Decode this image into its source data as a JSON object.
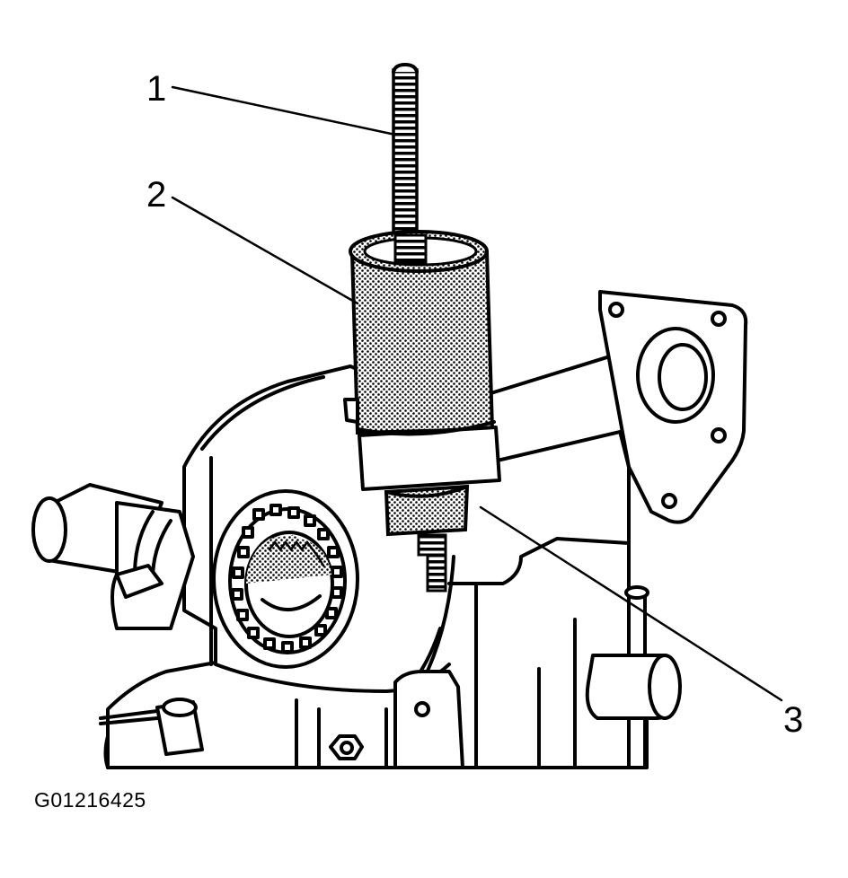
{
  "figure": {
    "id_label": "G01216425",
    "callouts": [
      {
        "number": "1"
      },
      {
        "number": "2"
      },
      {
        "number": "3"
      }
    ]
  },
  "colors": {
    "line": "#000000",
    "background": "#ffffff"
  }
}
